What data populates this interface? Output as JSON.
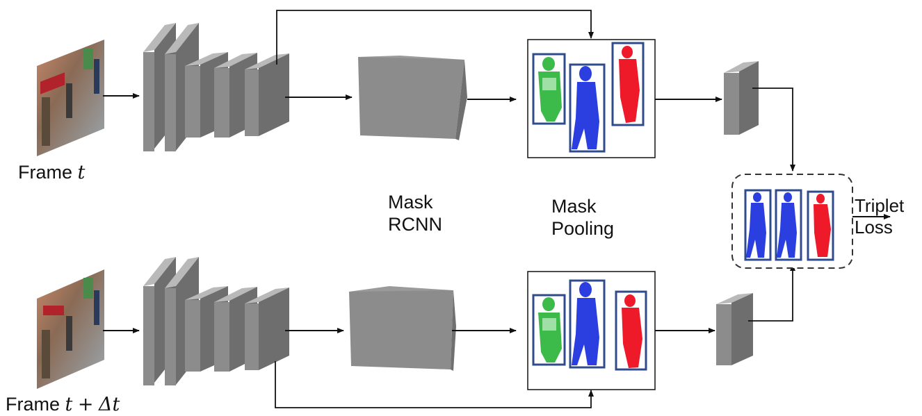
{
  "labels": {
    "frame_top_prefix": "Frame",
    "frame_top_var": "t",
    "frame_bottom_prefix": "Frame",
    "frame_bottom_var1": "t",
    "frame_bottom_plus": "+",
    "frame_bottom_var2": "Δt",
    "mask_rcnn_line1": "Mask",
    "mask_rcnn_line2": "RCNN",
    "mask_pooling_line1": "Mask",
    "mask_pooling_line2": "Pooling",
    "triplet_line1": "Triplet",
    "triplet_line2": "Loss"
  },
  "colors": {
    "block_front": "#8c8c8c",
    "block_top": "#b9b9b9",
    "block_side": "#6e6e6e",
    "mask_green": "#3dbb4a",
    "mask_blue": "#2b3fe0",
    "mask_red": "#ee1a2a",
    "bbox_border": "#2f4b8c",
    "arrow": "#111111"
  }
}
